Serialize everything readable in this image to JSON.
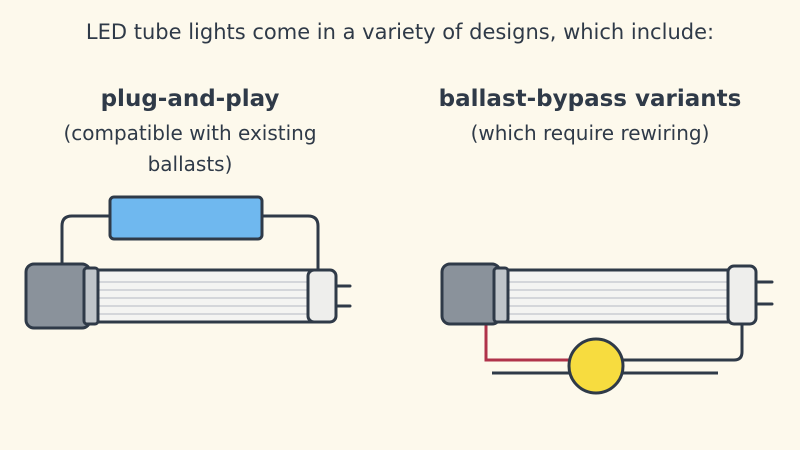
{
  "header": {
    "intro": "LED tube lights come in a variety of designs, which include:"
  },
  "columns": {
    "left": {
      "title": "plug-and-play",
      "subtitle": "(compatible with existing ballasts)"
    },
    "right": {
      "title": "ballast-bypass variants",
      "subtitle": "(which require rewiring)"
    }
  },
  "colors": {
    "background": "#fdf9ec",
    "outline": "#2f3a48",
    "end_cap": "#8a929b",
    "tube": "#f4f4f2",
    "ballast": "#6fb8ef",
    "live_wire": "#b0334a",
    "lamp": "#f7dc3f"
  },
  "icons": {
    "left_ballast": "ballast-icon",
    "right_power": "power-source-icon"
  }
}
